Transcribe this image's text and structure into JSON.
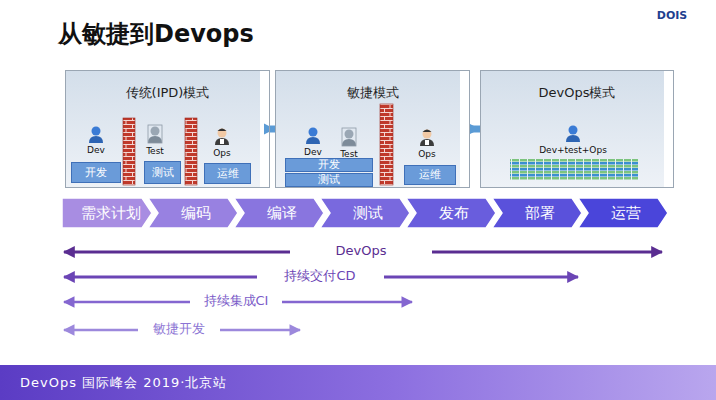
{
  "diagram": {
    "title": "从敏捷到Devops",
    "nodes": [
      {
        "text": [
          "传统(IPD)模式"
        ]
      },
      {
        "text": [
          "开发"
        ],
        "in": 0
      },
      {
        "text": [
          "测试"
        ],
        "in": 0
      },
      {
        "text": [
          "运维"
        ],
        "in": 0
      },
      {
        "text": [
          "敏捷模式"
        ]
      },
      {
        "text": [
          "开发"
        ],
        "in": 4
      },
      {
        "text": [
          "测试"
        ],
        "in": 4
      },
      {
        "text": [
          "运维"
        ],
        "in": 4
      },
      {
        "text": [
          "DevOps模式"
        ]
      },
      {
        "text": [
          "需求计划"
        ]
      },
      {
        "text": [
          "编码"
        ]
      },
      {
        "text": [
          "编译"
        ]
      },
      {
        "text": [
          "测试"
        ]
      },
      {
        "text": [
          "发布"
        ]
      },
      {
        "text": [
          "部署"
        ]
      },
      {
        "text": [
          "运营"
        ]
      },
      {
        "text": [
          "DevOps 国际峰会 2019·北京站"
        ]
      }
    ],
    "edges": [
      {
        "from": 0,
        "to": 4,
        "arrow": "to"
      },
      {
        "from": 4,
        "to": 8,
        "arrow": "to"
      }
    ],
    "labels": [
      "DOIS",
      "Dev",
      "Test",
      "Ops",
      "Dev",
      "Test",
      "Ops",
      "Dev+test+Ops",
      "DevOps",
      "持续交付CD",
      "持续集成CI",
      "敏捷开发"
    ]
  }
}
